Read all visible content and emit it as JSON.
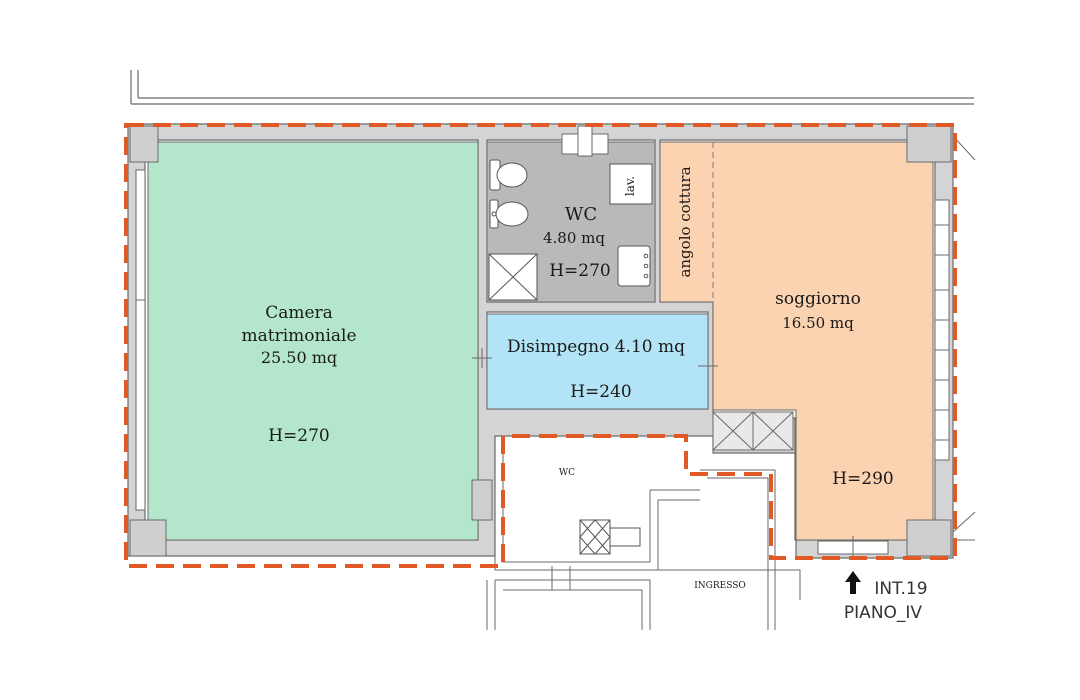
{
  "colors": {
    "bedroom": "#b4e6cb",
    "bath": "#b9b9b9",
    "hall": "#b3e3f7",
    "living": "#fbd3b0",
    "wall": "#d4d4d4",
    "wall_line": "#6a6a6a",
    "boundary": "#e05a26"
  },
  "rooms": {
    "bedroom": {
      "name_line1": "Camera",
      "name_line2": "matrimoniale",
      "area": "25.50 mq",
      "height": "H=270"
    },
    "bath": {
      "name": "WC",
      "area": "4.80 mq",
      "height": "H=270",
      "sink_label": "lav."
    },
    "hall": {
      "name": "Disimpegno 4.10 mq",
      "height": "H=240"
    },
    "kitchen": {
      "name": "angolo cottura"
    },
    "living": {
      "name": "soggiorno",
      "area": "16.50 mq",
      "height": "H=290"
    }
  },
  "neighbor": {
    "wc_label": "WC",
    "entrance_label": "INGRESSO"
  },
  "unit": {
    "line1": "INT.19",
    "line2": "PIANO_IV",
    "arrow_icon": "arrow-up-icon"
  }
}
